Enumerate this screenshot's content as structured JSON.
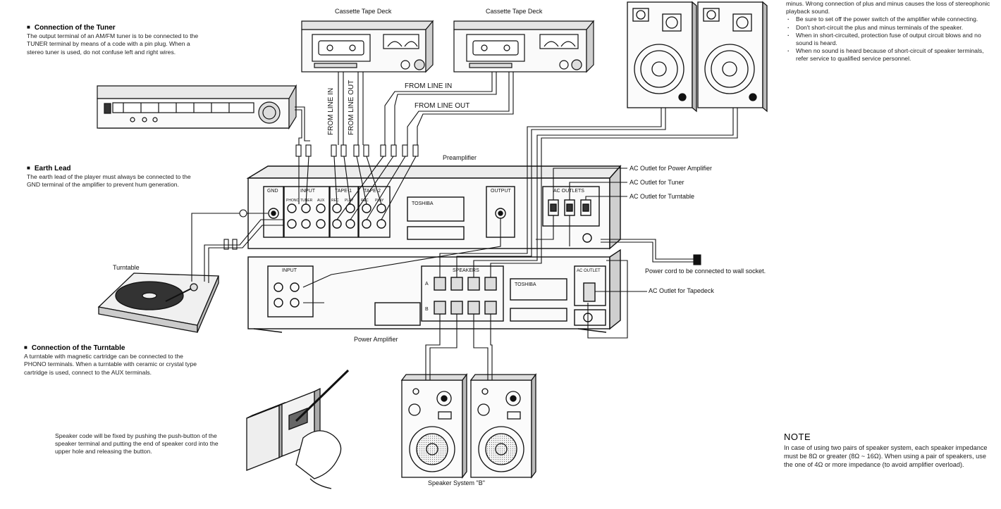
{
  "tuner_section": {
    "heading": "Connection of the Tuner",
    "body": "The output terminal of an AM/FM tuner is to be connected to the TUNER terminal by means of a code with a pin plug. When a stereo tuner is used, do not confuse left and right wires."
  },
  "earth_section": {
    "heading": "Earth Lead",
    "body": "The earth lead of the player must always be connected to the GND terminal of the amplifier to prevent hum generation."
  },
  "turntable_section": {
    "heading": "Connection of the Turntable",
    "body": "A turntable with magnetic cartridge can be connected to the PHONO terminals. When a turntable with ceramic or crystal type cartridge is used, connect to the AUX terminals."
  },
  "speaker_code_text": "Speaker code will be fixed by pushing the push-button of the speaker terminal and putting the end of speaker cord into the upper hole and releasing the button.",
  "top_right": {
    "intro": "minus. Wrong connection of plus and minus causes the loss of stereophonic playback sound.",
    "bullets": [
      "Be sure to set off the power switch of the amplifier while connecting.",
      "Don't short-circuit the plus and minus terminals of the speaker.",
      "When in short-circuited, protection fuse of output circuit blows and no sound is heard.",
      "When no sound is heard because of short-circuit of speaker terminals, refer service to qualified service personnel."
    ]
  },
  "note": {
    "heading": "NOTE",
    "body": "In case of using two pairs of speaker system, each speaker impedance must be 8Ω or greater (8Ω ~ 16Ω). When using a pair of speakers, use the one of 4Ω or more impedance (to avoid amplifier overload)."
  },
  "labels": {
    "cassette_1": "Cassette Tape Deck",
    "cassette_2": "Cassette Tape Deck",
    "preamplifier": "Preamplifier",
    "power_amplifier": "Power Amplifier",
    "turntable": "Turntable",
    "speaker_b": "Speaker System \"B\"",
    "ac_power_amp": "AC Outlet for Power Amplifier",
    "ac_tuner": "AC Outlet for Tuner",
    "ac_turntable": "AC Outlet for Turntable",
    "power_cord": "Power cord to be connected to wall socket.",
    "ac_tapedeck": "AC Outlet for Tapedeck",
    "from_line_in_v": "FROM LINE IN",
    "from_line_out_v": "FROM LINE OUT",
    "from_line_in_h": "FROM LINE IN",
    "from_line_out_h": "FROM LINE OUT"
  },
  "panel_labels": {
    "gnd": "GND",
    "input": "INPUT",
    "phono": "PHONO",
    "tuner": "TUNER",
    "aux": "AUX",
    "tape1": "TAPE-1",
    "tape2": "TAPE-2",
    "rec": "REC",
    "play": "PLAY",
    "output": "OUTPUT",
    "ac_outlets": "AC OUTLETS",
    "brand": "TOSHIBA",
    "pa_input": "INPUT",
    "speakers": "SPEAKERS",
    "ac_outlet": "AC OUTLET",
    "a": "A",
    "b": "B"
  }
}
